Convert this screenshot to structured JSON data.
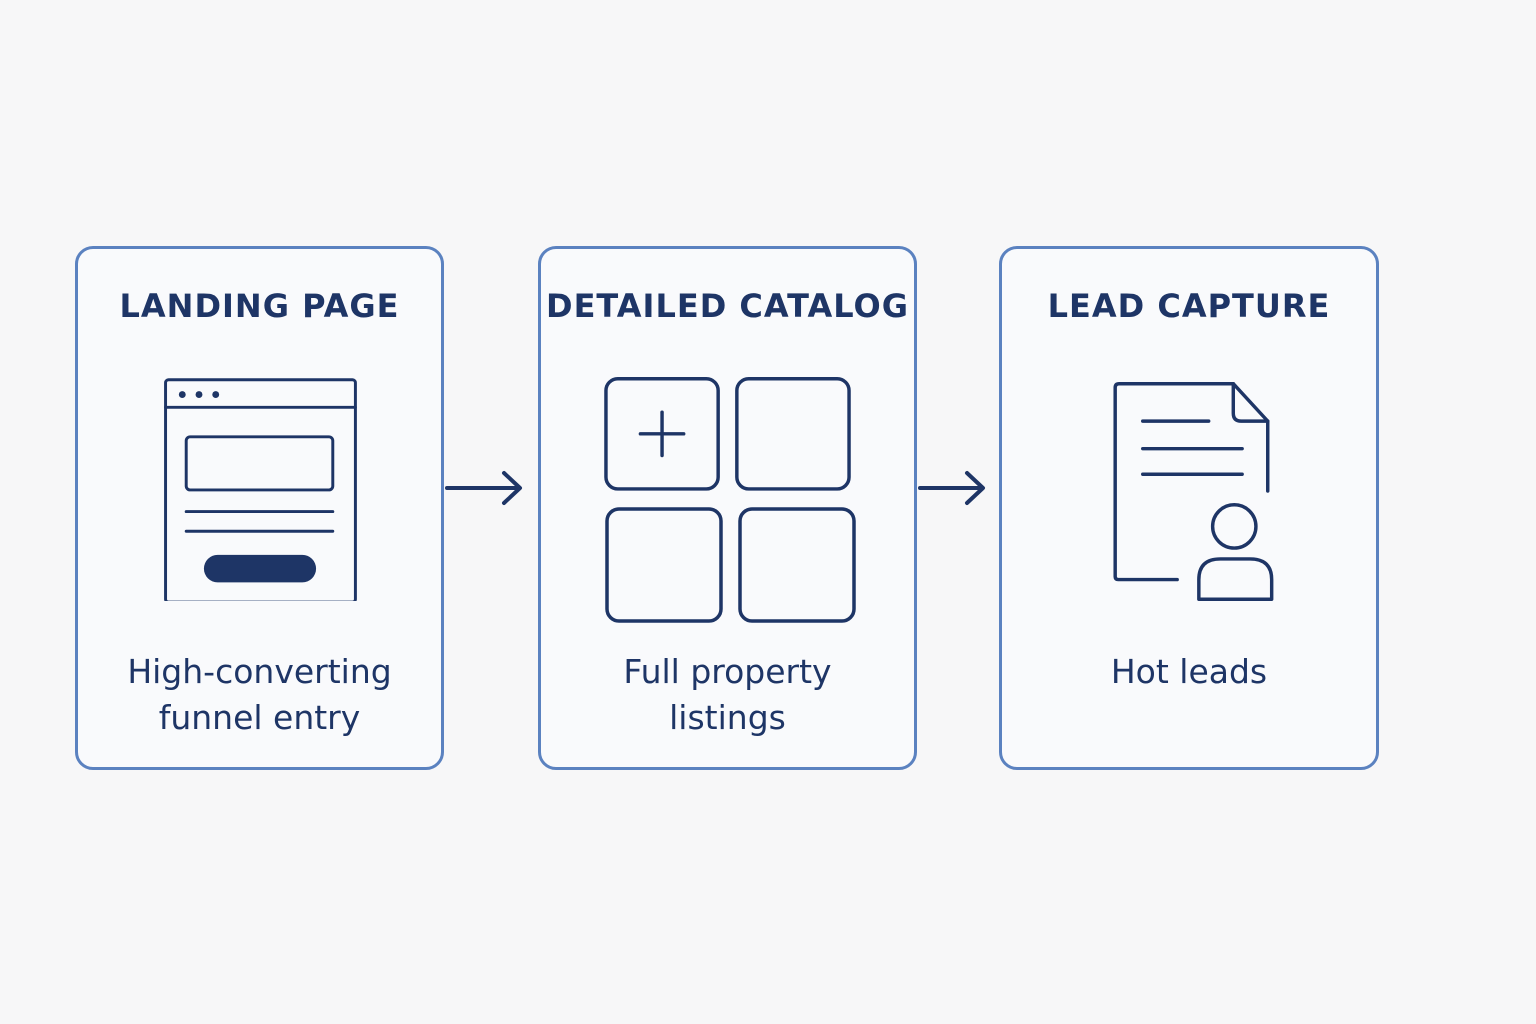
{
  "theme": {
    "border_color": "#5b82c0",
    "ink_color": "#1e3566",
    "background": "#f7f7f8"
  },
  "steps": [
    {
      "title": "LANDING PAGE",
      "icon": "browser-window-icon",
      "desc_lines": [
        "High-converting",
        "funnel entry"
      ]
    },
    {
      "title": "DETAILED CATALOG",
      "icon": "catalog-grid-icon",
      "desc_lines": [
        "Full property",
        "listings"
      ]
    },
    {
      "title": "LEAD CAPTURE",
      "icon": "document-user-icon",
      "desc_lines": [
        "Hot leads"
      ]
    }
  ],
  "connectors": [
    "arrow-right-icon",
    "arrow-right-icon"
  ]
}
